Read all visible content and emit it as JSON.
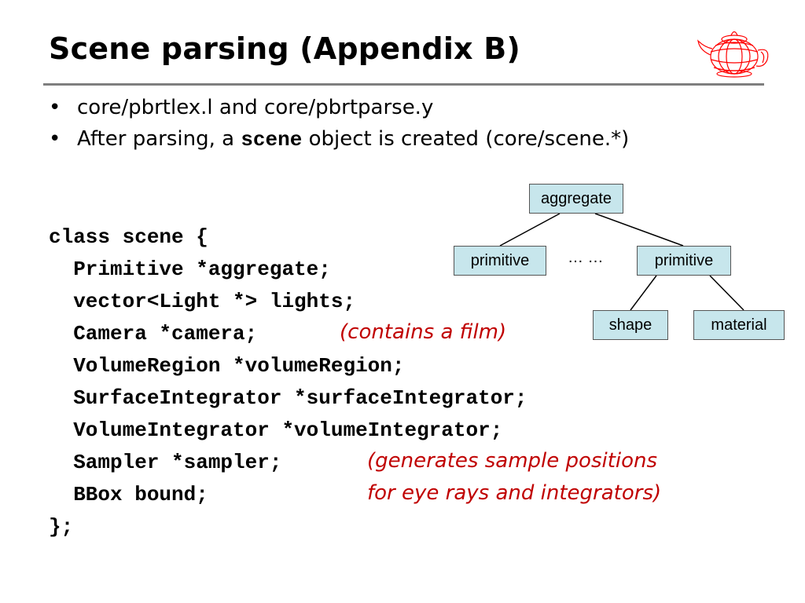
{
  "title": "Scene parsing (Appendix B)",
  "logo": {
    "icon": "wireframe-teapot-icon",
    "color": "#ff0000"
  },
  "bullets": [
    {
      "text": "core/pbrtlex.l and core/pbrtparse.y"
    },
    {
      "pre": "After parsing, a ",
      "code": "scene",
      "post": " object is created (core/scene.*)"
    }
  ],
  "bullet_char": "•",
  "code_lines": [
    "class scene {",
    "  Primitive *aggregate;",
    "  vector<Light *> lights;",
    "  Camera *camera;",
    "  VolumeRegion *volumeRegion;",
    "  SurfaceIntegrator *surfaceIntegrator;",
    "  VolumeIntegrator *volumeIntegrator;",
    "  Sampler *sampler;",
    "  BBox bound;",
    "};"
  ],
  "notes": {
    "camera": "(contains a film)",
    "sampler_line1": "(generates sample positions",
    "sampler_line2": "for eye rays and integrators)"
  },
  "tree": {
    "root": "aggregate",
    "left": "primitive",
    "ellipsis": "… …",
    "right": "primitive",
    "leaf_left": "shape",
    "leaf_right": "material"
  },
  "colors": {
    "note": "#c00000",
    "node_fill": "#c7e6ec",
    "rule": "#7f7f7f"
  }
}
